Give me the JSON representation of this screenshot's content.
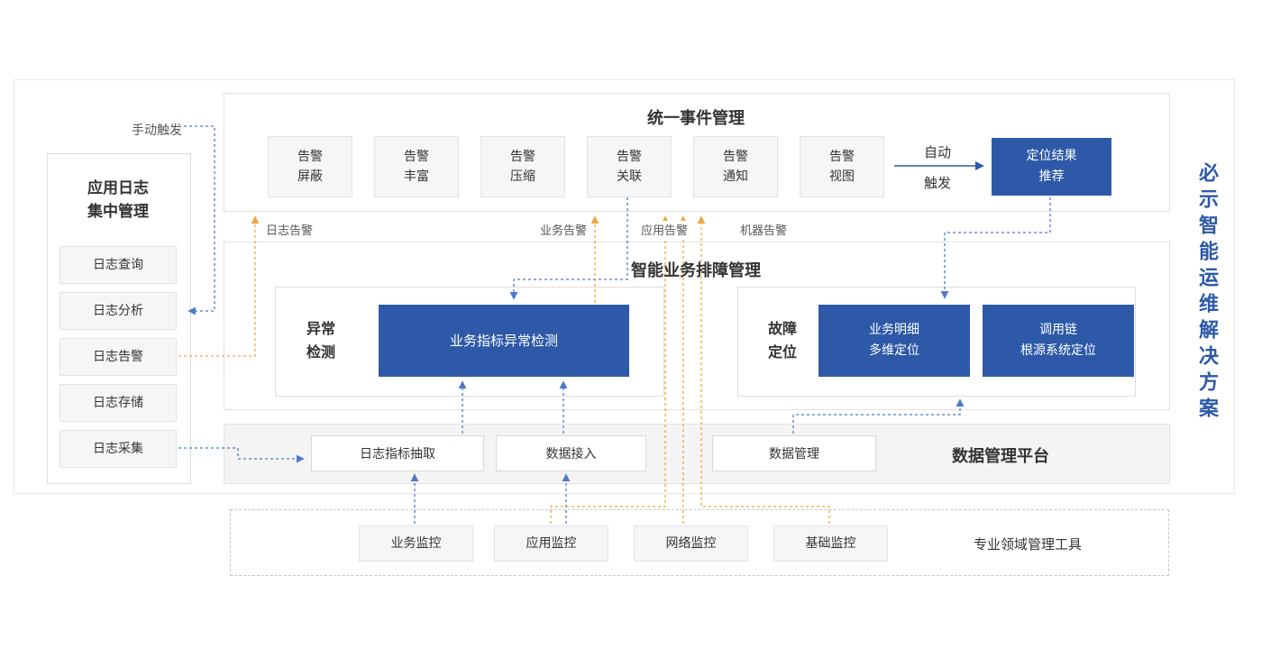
{
  "solution_title": "必示智能运维解决方案",
  "manual_trigger": "手动触发",
  "auto_trigger": {
    "line1": "自动",
    "line2": "触发"
  },
  "left_panel": {
    "title1": "应用日志",
    "title2": "集中管理",
    "items": [
      {
        "label": "日志查询"
      },
      {
        "label": "日志分析"
      },
      {
        "label": "日志告警"
      },
      {
        "label": "日志存储"
      },
      {
        "label": "日志采集"
      }
    ]
  },
  "event_management": {
    "title": "统一事件管理",
    "modules": [
      {
        "line1": "告警",
        "line2": "屏蔽"
      },
      {
        "line1": "告警",
        "line2": "丰富"
      },
      {
        "line1": "告警",
        "line2": "压缩"
      },
      {
        "line1": "告警",
        "line2": "关联"
      },
      {
        "line1": "告警",
        "line2": "通知"
      },
      {
        "line1": "告警",
        "line2": "视图"
      }
    ],
    "result_box": {
      "line1": "定位结果",
      "line2": "推荐"
    }
  },
  "alert_flow_labels": [
    {
      "label": "日志告警"
    },
    {
      "label": "业务告警"
    },
    {
      "label": "应用告警"
    },
    {
      "label": "机器告警"
    }
  ],
  "troubleshooting": {
    "title": "智能业务排障管理",
    "anomaly_detection": {
      "label1": "异常",
      "label2": "检测",
      "module": "业务指标异常检测"
    },
    "fault_location": {
      "label1": "故障",
      "label2": "定位",
      "module1": {
        "line1": "业务明细",
        "line2": "多维定位"
      },
      "module2": {
        "line1": "调用链",
        "line2": "根源系统定位"
      }
    }
  },
  "data_platform": {
    "title": "数据管理平台",
    "modules": [
      {
        "label": "日志指标抽取"
      },
      {
        "label": "数据接入"
      },
      {
        "label": "数据管理"
      }
    ]
  },
  "domain_tools": {
    "title": "专业领域管理工具",
    "modules": [
      {
        "label": "业务监控"
      },
      {
        "label": "应用监控"
      },
      {
        "label": "网络监控"
      },
      {
        "label": "基础监控"
      }
    ]
  },
  "colors": {
    "primary_blue": "#2d59a8",
    "line_blue": "#4d79c9",
    "line_orange": "#f0a63c",
    "box_gray": "#f6f6f6"
  }
}
